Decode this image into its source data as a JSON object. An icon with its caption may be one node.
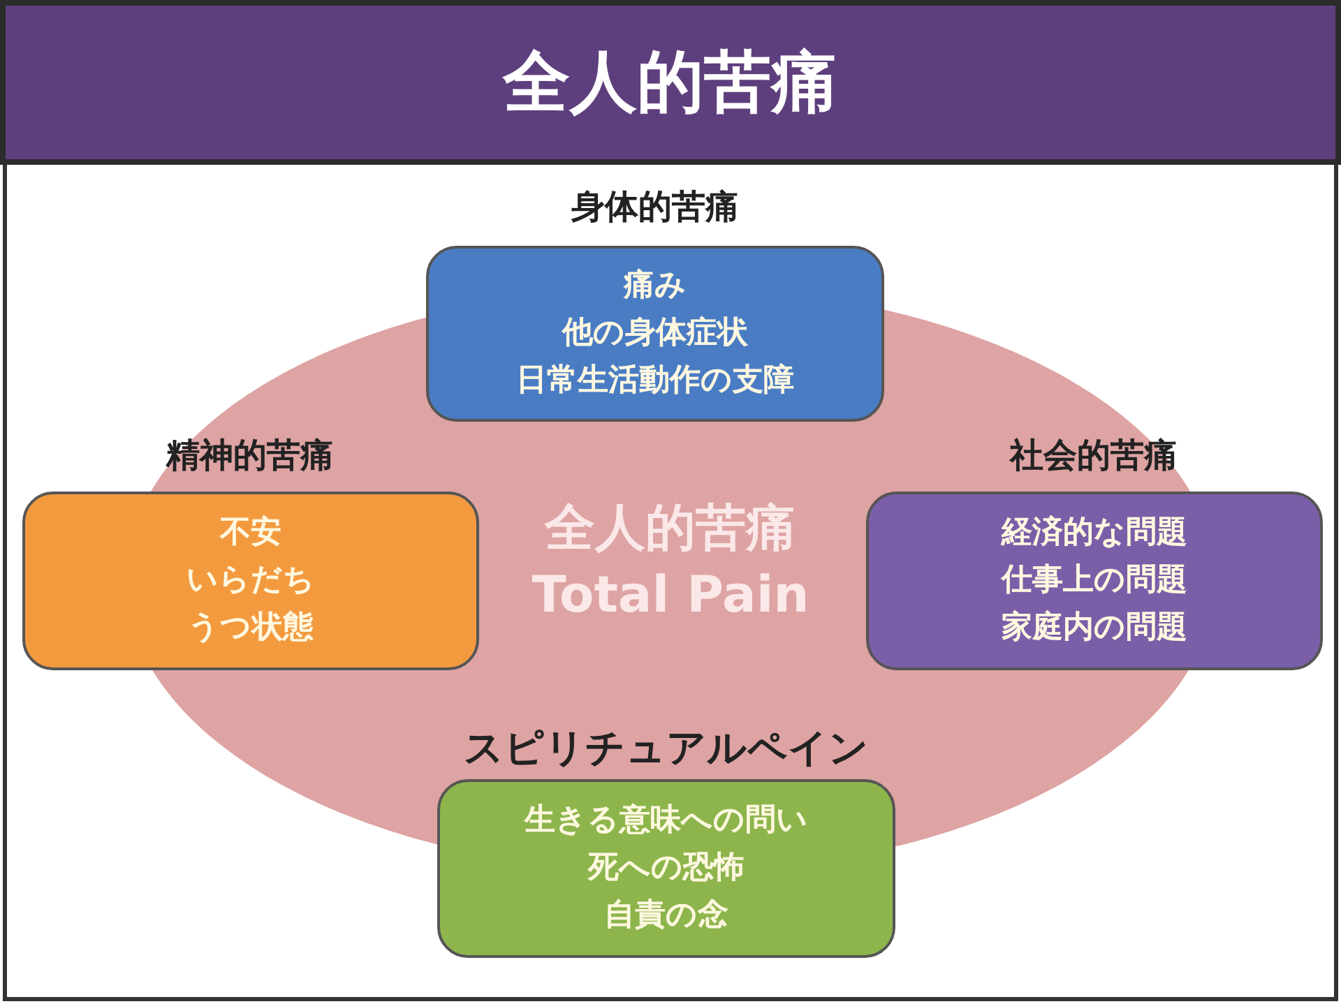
{
  "diagram": {
    "title": "全人的苦痛",
    "nodes": [
      {
        "text": [
          "全人的苦痛 Total Pain"
        ]
      },
      {
        "text": [
          "身体的苦痛",
          "痛み",
          "他の身体症状",
          "日常生活動作の支障"
        ]
      },
      {
        "text": [
          "精神的苦痛",
          "不安",
          "いらだち",
          "うつ状態"
        ]
      },
      {
        "text": [
          "社会的苦痛",
          "経済的な問題",
          "仕事上の問題",
          "家庭内の問題"
        ]
      },
      {
        "text": [
          "スピリチュアルペイン",
          "生きる意味への問い",
          "死への恐怖",
          "自責の念"
        ]
      }
    ]
  }
}
